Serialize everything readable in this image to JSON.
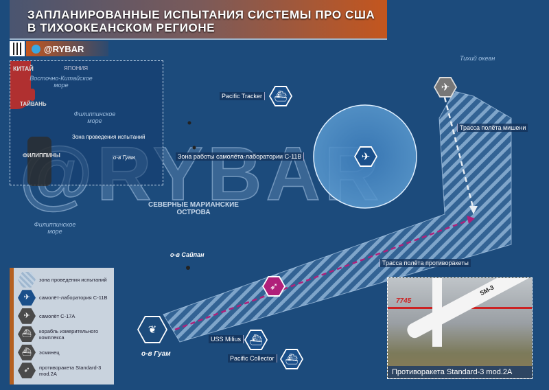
{
  "header": {
    "title_line1": "ЗАПЛАНИРОВАННЫЕ ИСПЫТАНИЯ СИСТЕМЫ ПРО США",
    "title_line2": "В ТИХООКЕАНСКОМ РЕГИОНЕ",
    "brand": "@RYBAR",
    "watermark": "@RYBAR"
  },
  "inset": {
    "china": "КИТАЙ",
    "japan": "ЯПОНИЯ",
    "east_china_sea": "Восточно-Китайское море",
    "taiwan": "ТАЙВАНЬ",
    "philippine_sea": "Филиппинское море",
    "philippines": "ФИЛИППИНЫ",
    "test_zone": "Зона проведения испытаний",
    "guam": "о-в Гуам"
  },
  "map": {
    "pacific": "Тихий океан",
    "pacific_tracker": "Pacific Tracker",
    "c11b_zone": "Зона работы самолёта-лаборатории С-11В",
    "northern_marianas": "СЕВЕРНЫЕ МАРИАНСКИЕ ОСТРОВА",
    "philippine_sea": "Филиппинское море",
    "saipan": "о-в Сайпан",
    "guam": "о-в Гуам",
    "target_path": "Трасса полёта мишени",
    "interceptor_path": "Трасса полёта противоракеты",
    "uss_milius": "USS Milius",
    "pacific_collector": "Pacific Collector"
  },
  "legend": [
    {
      "label": "зона проведения испытаний",
      "icon": "hatched-zone"
    },
    {
      "label": "самолёт-лаборатория С-11В",
      "icon": "plane-icon"
    },
    {
      "label": "самолёт С-17А",
      "icon": "plane-icon"
    },
    {
      "label": "корабль измерительного комплекса",
      "icon": "ship-icon"
    },
    {
      "label": "эсминец",
      "icon": "destroyer-icon"
    },
    {
      "label": "противоракета Standard-3 mod.2A",
      "icon": "missile-icon"
    }
  ],
  "photo": {
    "caption": "Противоракета Standard-3 mod.2A",
    "missile_text": "SM-3",
    "building_text": "7745"
  },
  "colors": {
    "sea": "#1c4b7c",
    "accent": "#c4561e",
    "interceptor": "#b0207a",
    "c11b": "#1a4f8a"
  }
}
